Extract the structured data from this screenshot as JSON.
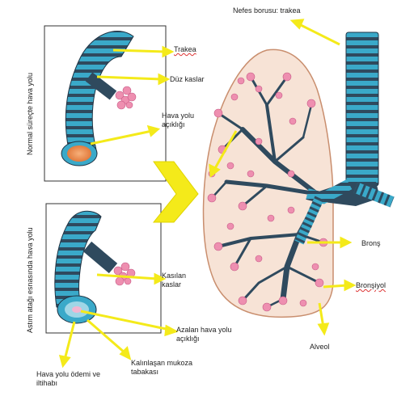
{
  "labels": {
    "nefes_borusu": "Nefes borusu: trakea",
    "trakea": "Trakea",
    "duz_kaslar": "Düz kaslar",
    "hava_yolu_acikligi": "Hava yolu açıklığı",
    "normal_surecte": "Normal süreçte hava yolu",
    "astim_atagi": "Astım atağı esnasında hava yolu",
    "kasilan_kaslar": "Kasılan kaslar",
    "azalan_hava_yolu": "Azalan hava yolu açıklığı",
    "kalinlasan_mukoza": "Kalınlaşan mukoza tabakası",
    "hava_yolu_odemi": "Hava yolu ödemi ve iltihabı",
    "bronş": "Bronş",
    "bronşiyol": "Bronşiyol",
    "alveol": "Alveol"
  },
  "colors": {
    "cartilage_blue": "#3aa9c9",
    "muscle_dark": "#2f4a5e",
    "lung_fill": "#f7e3d6",
    "alveoli_pink": "#ee8fb0",
    "arrow_yellow": "#f4ea1a"
  }
}
